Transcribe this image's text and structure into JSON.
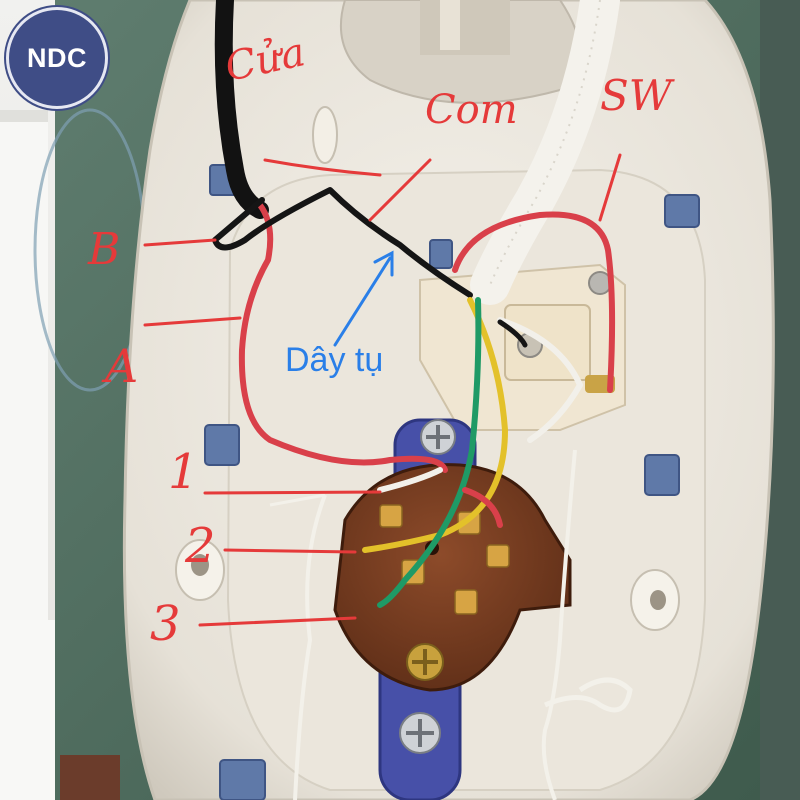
{
  "badge": {
    "text": "NDC"
  },
  "annotations": {
    "cuia": "Cửa",
    "com": "Com",
    "sw": "SW",
    "b": "B",
    "a": "A",
    "day_tu": "Dây tụ",
    "pin1": "1",
    "pin2": "2",
    "pin3": "3"
  },
  "colors": {
    "annotation": "#e53a3a",
    "capacitor_label": "#2a7fe8",
    "badge": "#3f4d86",
    "wire_red": "#d9404a",
    "wire_black": "#151515",
    "wire_yellow": "#e3c12a",
    "wire_green": "#1f9a66",
    "wire_white": "#f2f0ea",
    "motor_body": "#7a3e22"
  }
}
